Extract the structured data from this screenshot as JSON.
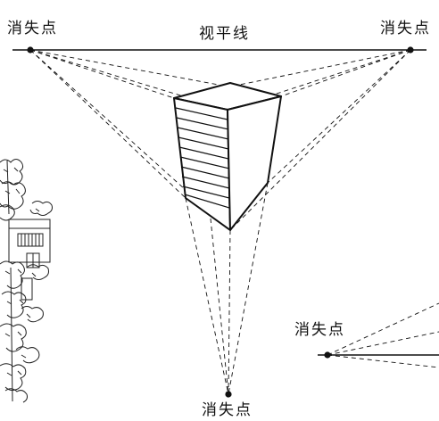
{
  "diagram": {
    "horizon_label": "视平线",
    "vanishing_point_labels": {
      "top_left": "消失点",
      "top_right": "消失点",
      "bottom": "消失点",
      "right_partial": "消失点"
    },
    "colors": {
      "ink": "#111111",
      "background": "#ffffff"
    }
  }
}
